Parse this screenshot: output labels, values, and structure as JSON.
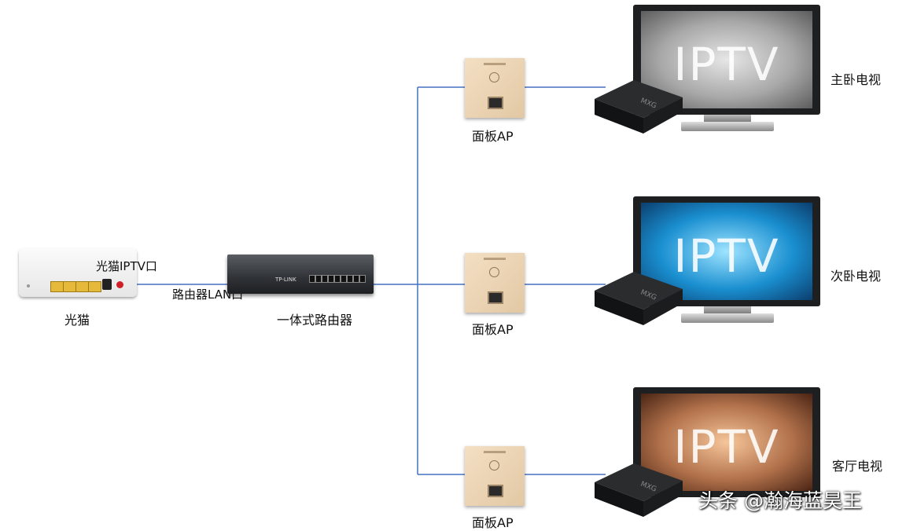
{
  "devices": {
    "modem_label": "光猫",
    "modem_port_label": "光猫IPTV口",
    "router_port_label": "路由器LAN口",
    "router_label": "一体式路由器",
    "router_brand": "TP-LINK"
  },
  "branches": [
    {
      "ap_label": "面板AP",
      "tv_text": "IPTV",
      "room_label": "主卧电视"
    },
    {
      "ap_label": "面板AP",
      "tv_text": "IPTV",
      "room_label": "次卧电视"
    },
    {
      "ap_label": "面板AP",
      "tv_text": "IPTV",
      "room_label": "客厅电视"
    }
  ],
  "stb_brand": "MXG",
  "watermark": "头条 @瀚海蓝昊王",
  "colors": {
    "line": "#4472c4",
    "tv1_screen": "#b5b5b5",
    "tv2_screen": "#1a8fd0",
    "tv3_screen": "#b0704a"
  }
}
